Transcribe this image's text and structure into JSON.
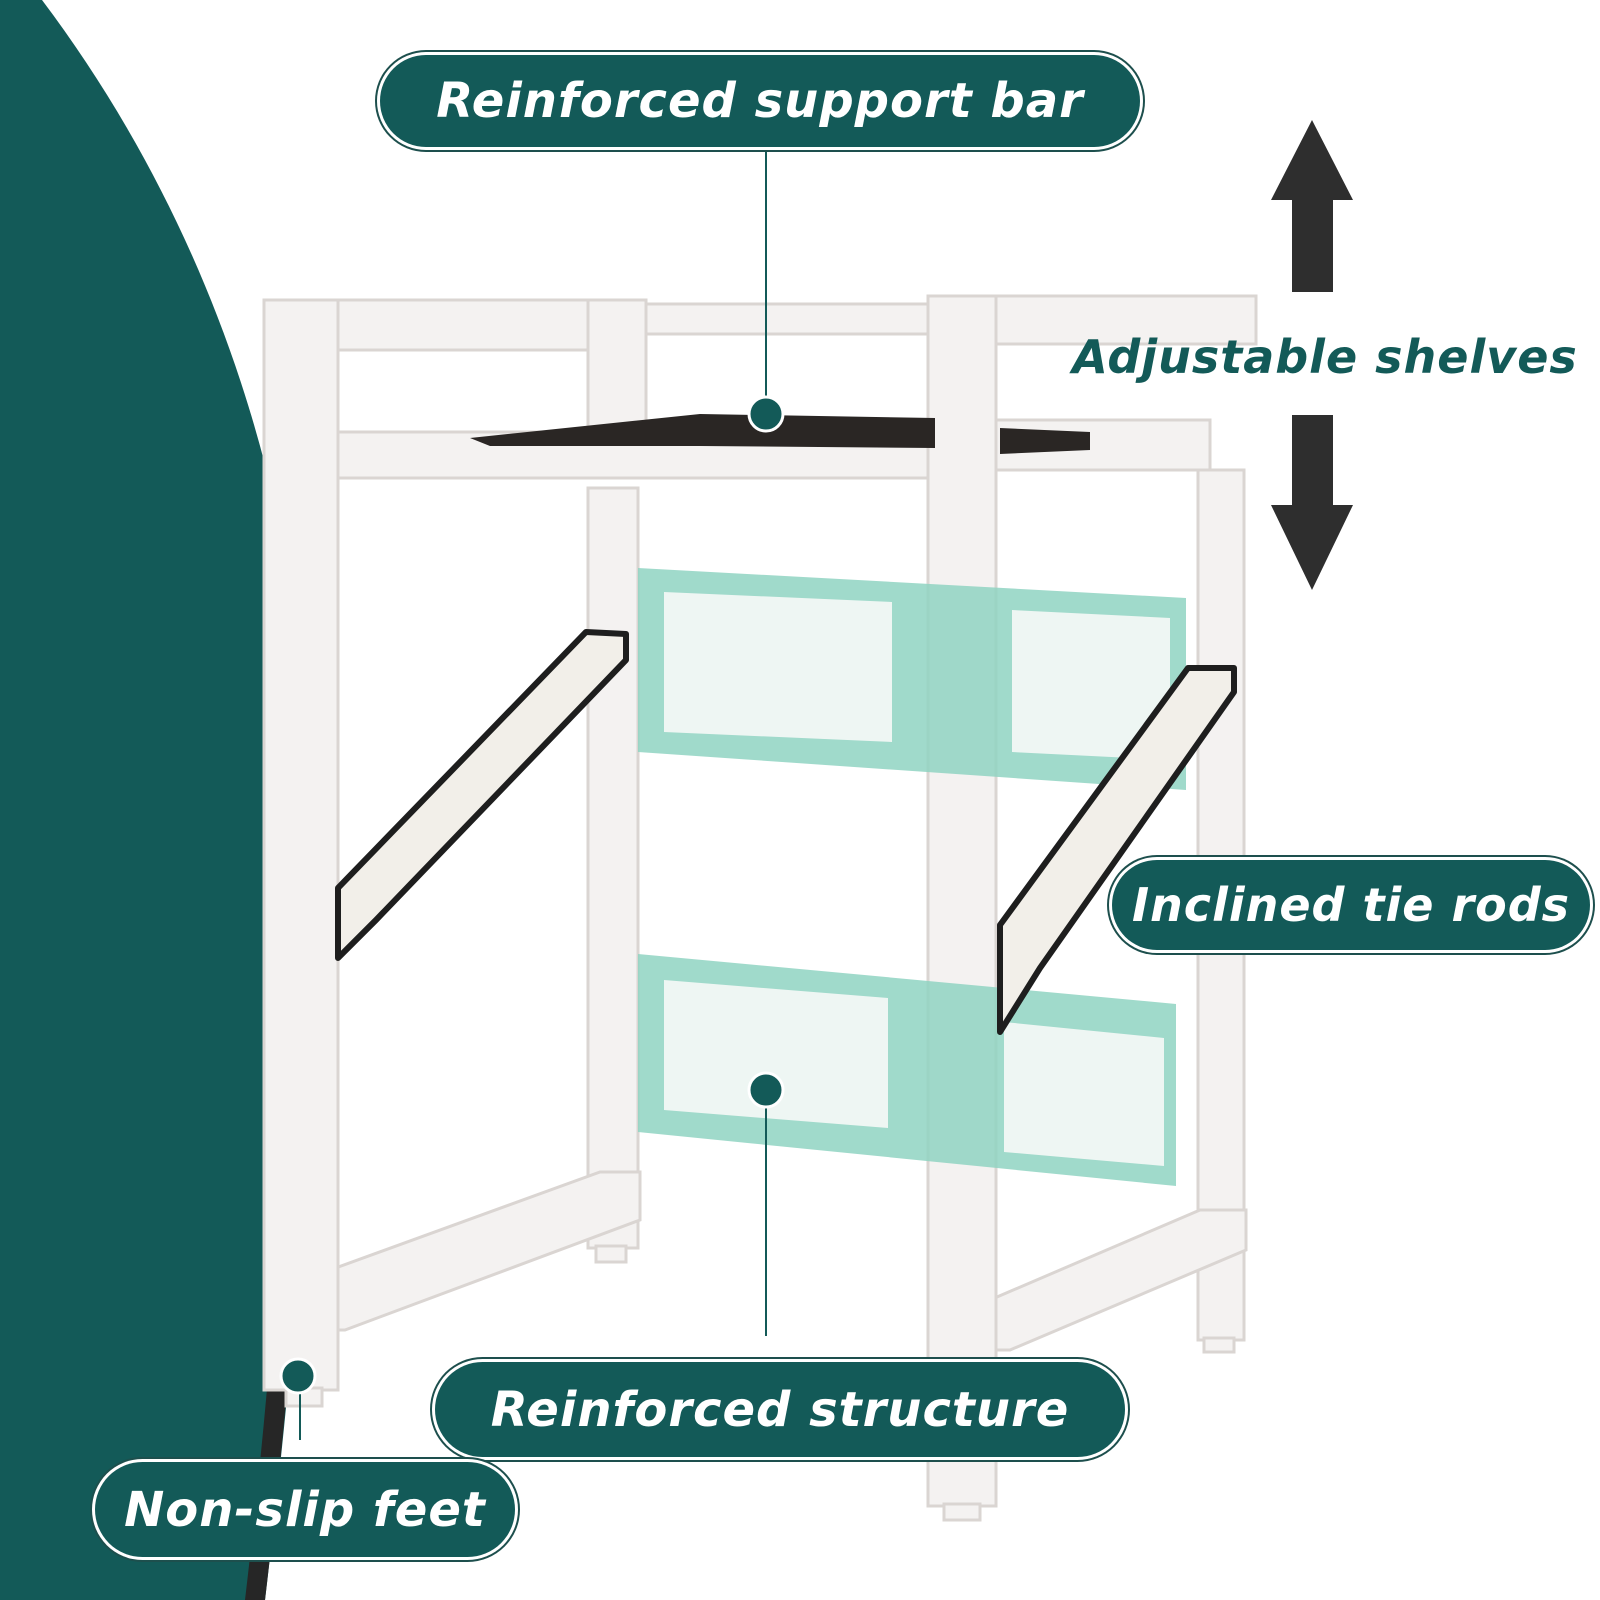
{
  "labels": {
    "support_bar": "Reinforced support bar",
    "adjustable_shelves": "Adjustable shelves",
    "tie_rods": "Inclined tie rods",
    "structure": "Reinforced structure",
    "feet": "Non-slip feet"
  },
  "icons": {
    "arrow_up": "arrow-up-icon",
    "arrow_down": "arrow-down-icon"
  },
  "colors": {
    "brand_teal": "#135a58",
    "highlight_mint": "#8fd3c2",
    "frame_white": "#f4f2f1",
    "arrow_dark": "#2a2a2a"
  }
}
